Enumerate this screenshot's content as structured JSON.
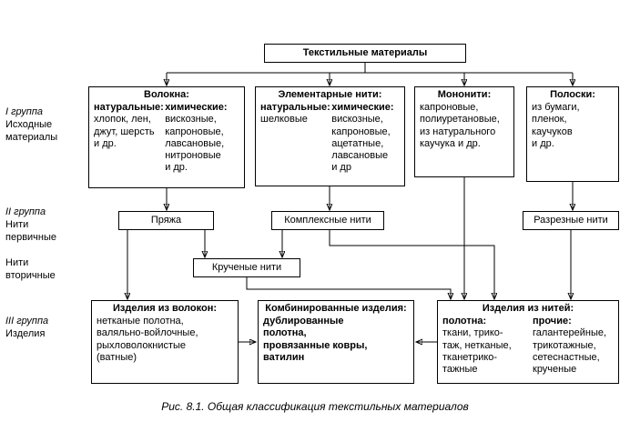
{
  "root": {
    "title": "Текстильные материалы"
  },
  "side_labels": {
    "group1": {
      "num": "I группа",
      "name": "Исходные\nматериалы"
    },
    "group2": {
      "num": "II группа",
      "name": "Нити\nпервичные"
    },
    "group2b": {
      "name": "Нити\nвторичные"
    },
    "group3": {
      "num": "III группа",
      "name": "Изделия"
    }
  },
  "boxes": {
    "fibers": {
      "title": "Волокна:",
      "col1_head": "натуральные:",
      "col1_body": "хлопок, лен,\nджут, шерсть\nи др.",
      "col2_head": "химические:",
      "col2_body": "вискозные,\nкапроновые,\nлавсановые,\nнитроновые\nи др."
    },
    "elementary": {
      "title": "Элементарные нити:",
      "col1_head": "натуральные:",
      "col1_body": "шелковые",
      "col2_head": "химические:",
      "col2_body": "вискозные,\nкапроновые,\nацетатные,\nлавсановые\nи др"
    },
    "mono": {
      "title": "Мононити:",
      "body": "капроновые,\nполиуретановые,\nиз натурального\nкаучука и др."
    },
    "strips": {
      "title": "Полоски:",
      "body": "из бумаги,\nпленок,\nкаучуков\nи др."
    },
    "yarn": {
      "title": "Пряжа"
    },
    "complex": {
      "title": "Комплексные нити"
    },
    "cut": {
      "title": "Разрезные нити"
    },
    "twisted": {
      "title": "Крученые нити"
    },
    "fiber_products": {
      "title": "Изделия из волокон:",
      "body": "нетканые полотна,\nваляльно-войлочные,\nрыхловолокнистые\n(ватные)"
    },
    "combined": {
      "title": "Комбинированные изделия:",
      "body": "дублированные\nполотна,\nпровязанные ковры,\nватилин"
    },
    "thread_products": {
      "title": "Изделия из нитей:",
      "col1_head": "полотна:",
      "col1_body": "ткани, трико-\nтаж, нетканые,\nтканетрико-\nтажные",
      "col2_head": "прочие:",
      "col2_body": "галантерейные,\nтрикотажные,\nсетеснастные,\nкрученые"
    }
  },
  "caption": "Рис. 8.1. Общая классификация текстильных материалов"
}
